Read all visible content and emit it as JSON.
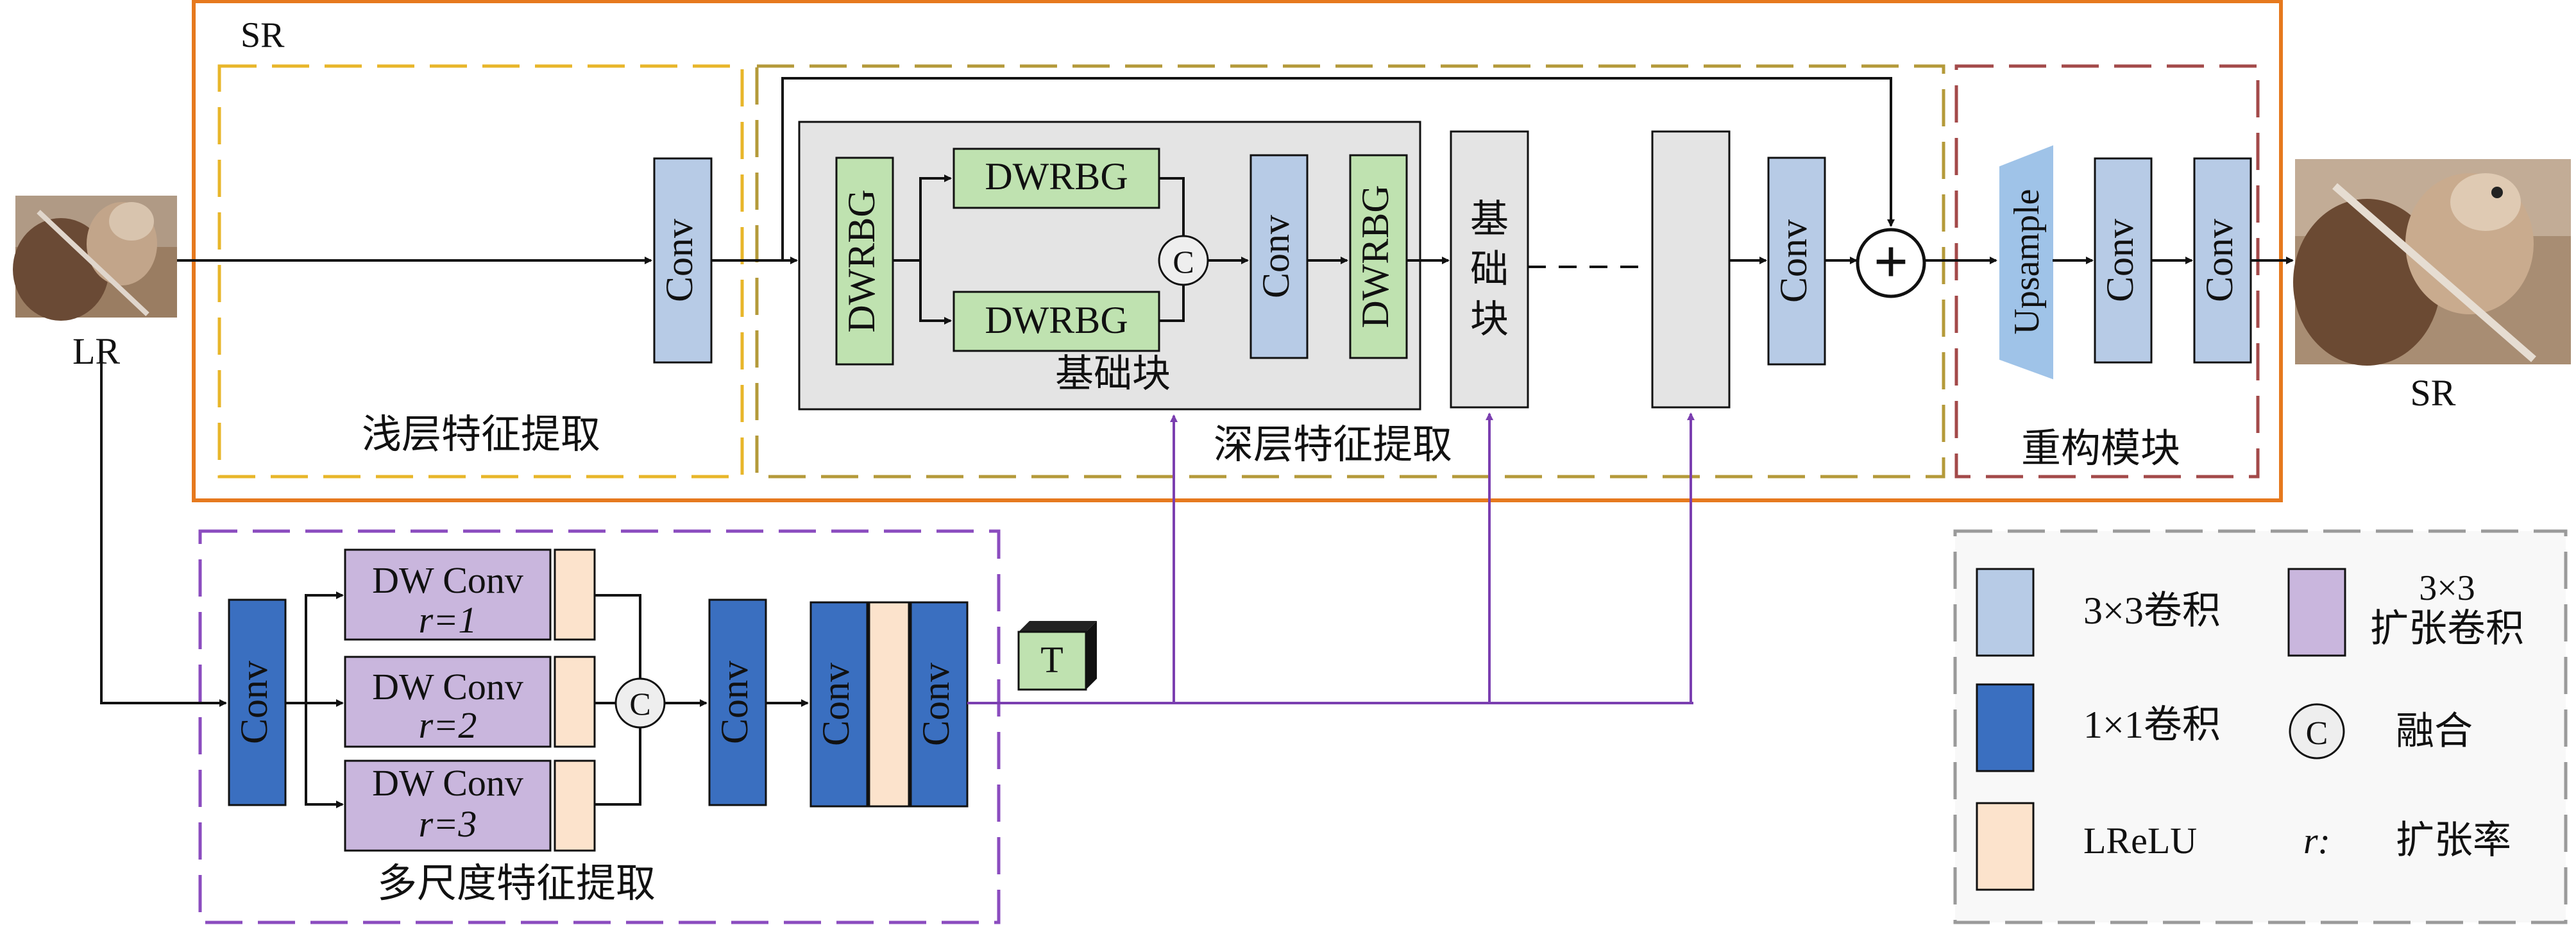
{
  "labels": {
    "sr_title": "SR",
    "lr": "LR",
    "sr_out": "SR",
    "shallow": "浅层特征提取",
    "deep": "深层特征提取",
    "reconstruct": "重构模块",
    "multiscale": "多尺度特征提取",
    "basic_block": "基础块",
    "basic_block_v1": "基",
    "basic_block_v2": "础",
    "basic_block_v3": "块",
    "conv": "Conv",
    "dwrbg": "DWRBG",
    "upsample": "Upsample",
    "concat": "C",
    "plus": "+",
    "t": "T",
    "dw_conv": "DW Conv",
    "r1": "r=1",
    "r2": "r=2",
    "r3": "r=3"
  },
  "legend": {
    "conv3": "3×3卷积",
    "dil_line1": "3×3",
    "dil_line2": "扩张卷积",
    "conv1": "1×1卷积",
    "fuse_symbol": "C",
    "fuse": "融合",
    "lrelu": "LReLU",
    "r_symbol": "r:",
    "r_text": "扩张率"
  },
  "colors": {
    "conv3x3": "#b7cbe6",
    "conv1x1": "#3a6fc0",
    "dwrbg": "#bfe2b0",
    "dilated": "#c9b6dd",
    "lrelu": "#fce3cc",
    "gray_box": "#e4e4e4",
    "orange": "#e6791e",
    "yellow_dash": "#e8b62a",
    "olive_dash": "#b49a3a",
    "red_dash": "#a34a4a",
    "purple": "#7b3fb0",
    "purple_dash": "#8b4cbf",
    "legend_dash": "#9a9a9a"
  }
}
